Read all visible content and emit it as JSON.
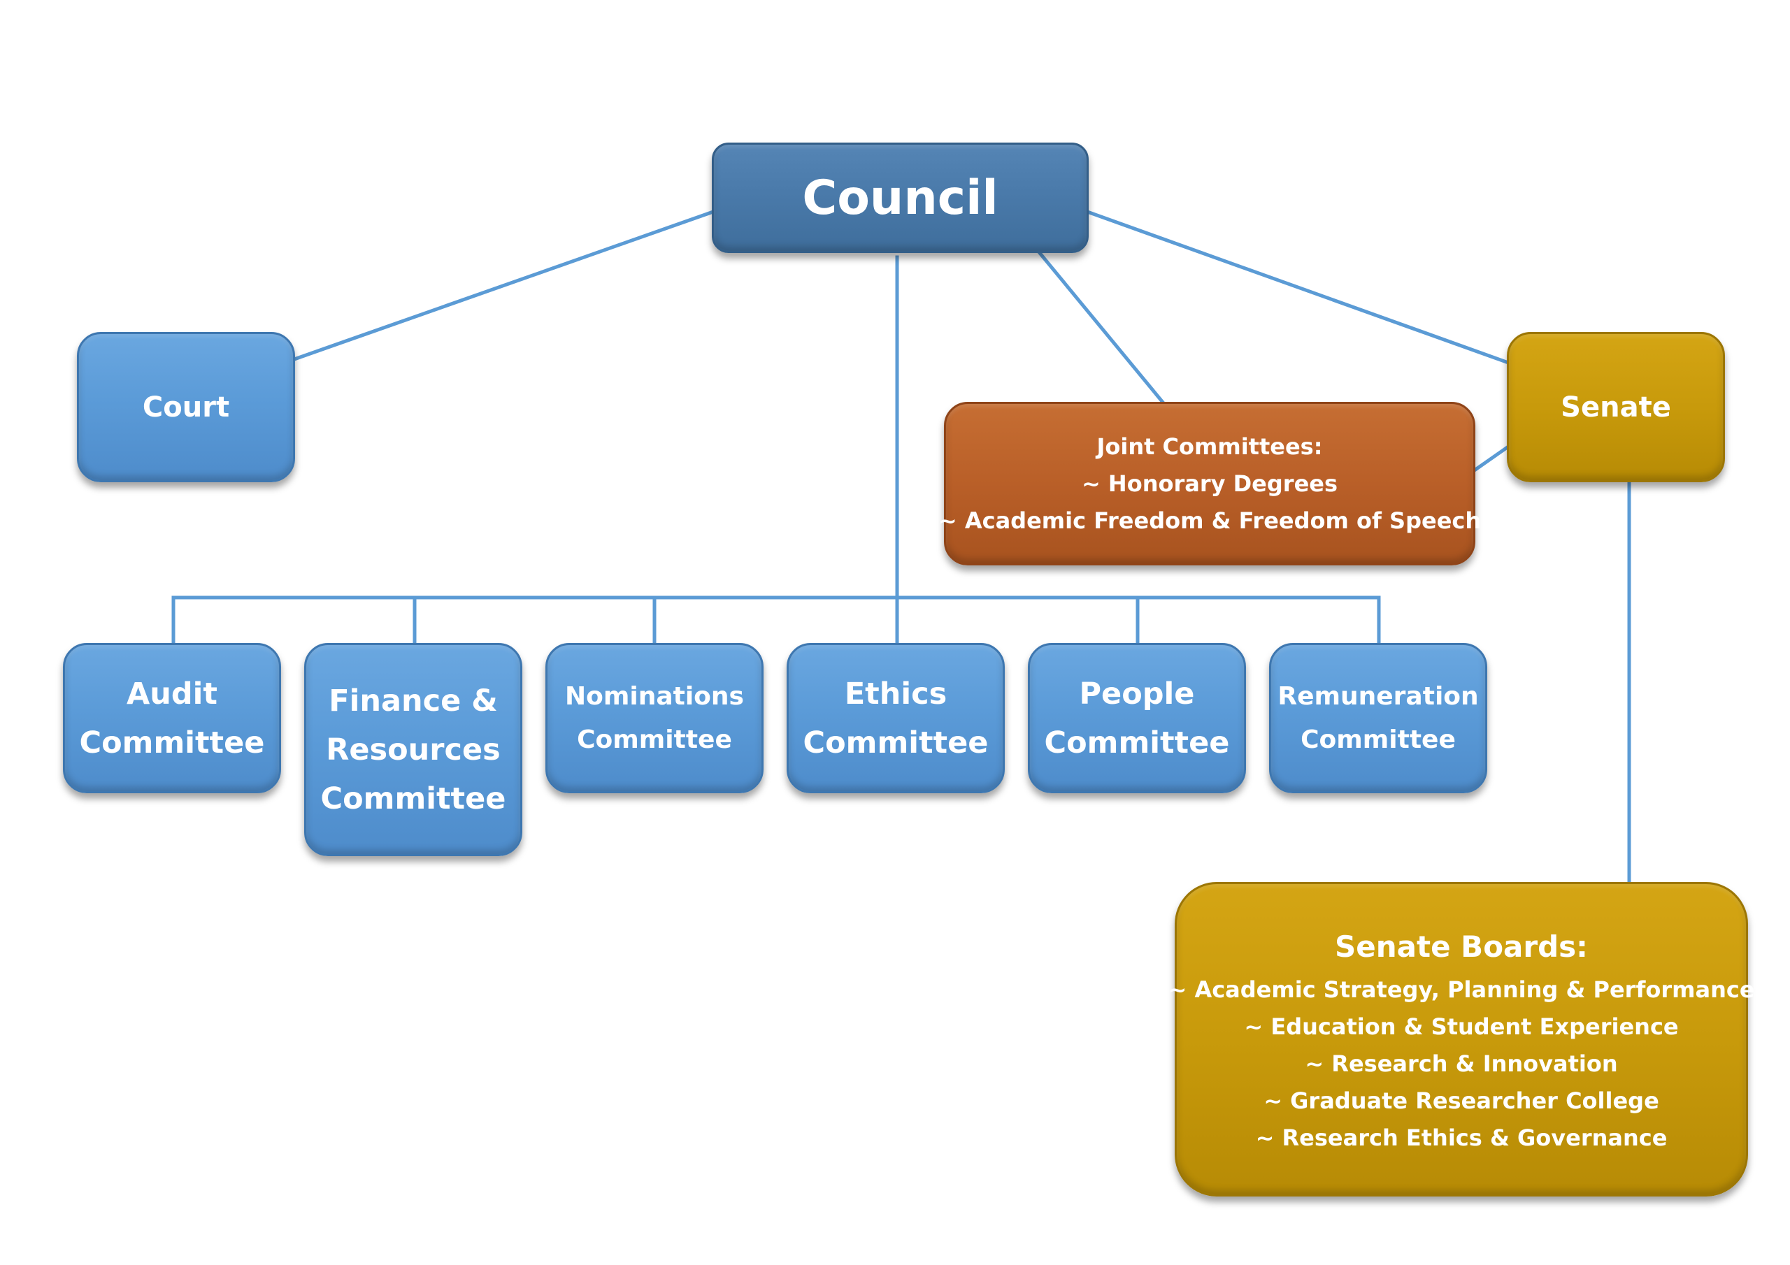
{
  "colors": {
    "connector": "#5b9bd5",
    "council": "#4a7aaa",
    "committee": "#5b9bd8",
    "joint": "#b95f28",
    "senate": "#c89a0b",
    "text": "#ffffff"
  },
  "nodes": {
    "council": {
      "label": "Council"
    },
    "court": {
      "label": "Court"
    },
    "senate": {
      "label": "Senate"
    },
    "joint_committees": {
      "title": "Joint Committees:",
      "items": [
        "~ Honorary Degrees",
        "~ Academic Freedom & Freedom of Speech"
      ]
    },
    "committees": [
      {
        "lines": [
          "Audit",
          "Committee"
        ]
      },
      {
        "lines": [
          "Finance &",
          "Resources",
          "Committee"
        ]
      },
      {
        "lines": [
          "Nominations",
          "Committee"
        ]
      },
      {
        "lines": [
          "Ethics",
          "Committee"
        ]
      },
      {
        "lines": [
          "People",
          "Committee"
        ]
      },
      {
        "lines": [
          "Remuneration",
          "Committee"
        ]
      }
    ],
    "senate_boards": {
      "title": "Senate Boards:",
      "items": [
        "~ Academic Strategy, Planning & Performance",
        "~ Education & Student Experience",
        "~ Research & Innovation",
        "~ Graduate Researcher College",
        "~ Research Ethics & Governance"
      ]
    }
  }
}
